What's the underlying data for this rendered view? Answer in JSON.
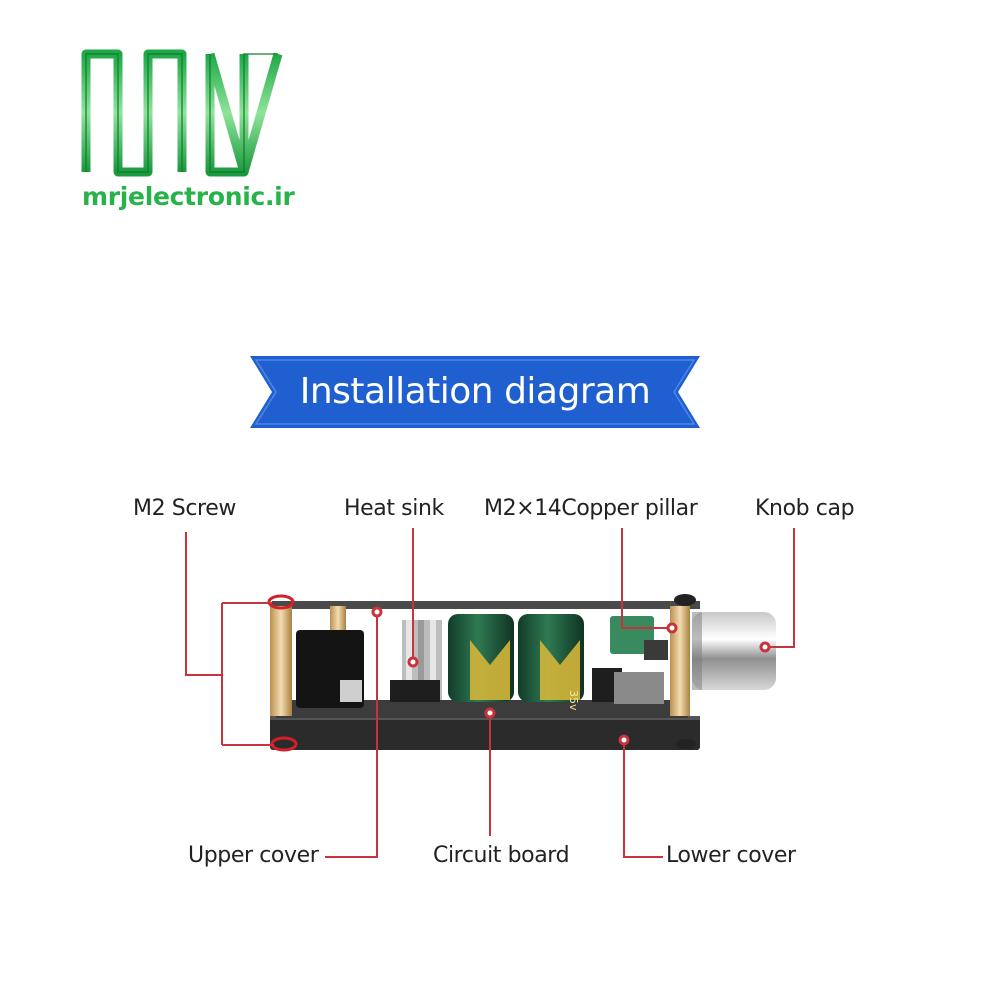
{
  "logo": {
    "text": "mrjelectronic.ir",
    "color": "#27b34a",
    "icon": "mrj-logo-icon"
  },
  "banner": {
    "title": "Installation diagram",
    "color": "#1f5fd0"
  },
  "labels": {
    "m2_screw": "M2 Screw",
    "heat_sink": "Heat sink",
    "copper_pillar": "M2×14Copper pillar",
    "knob_cap": "Knob cap",
    "upper_cover": "Upper cover",
    "circuit_board": "Circuit board",
    "lower_cover": "Lower cover"
  },
  "capacitor": {
    "marking": "35v"
  },
  "leader_color": "#c8343c"
}
